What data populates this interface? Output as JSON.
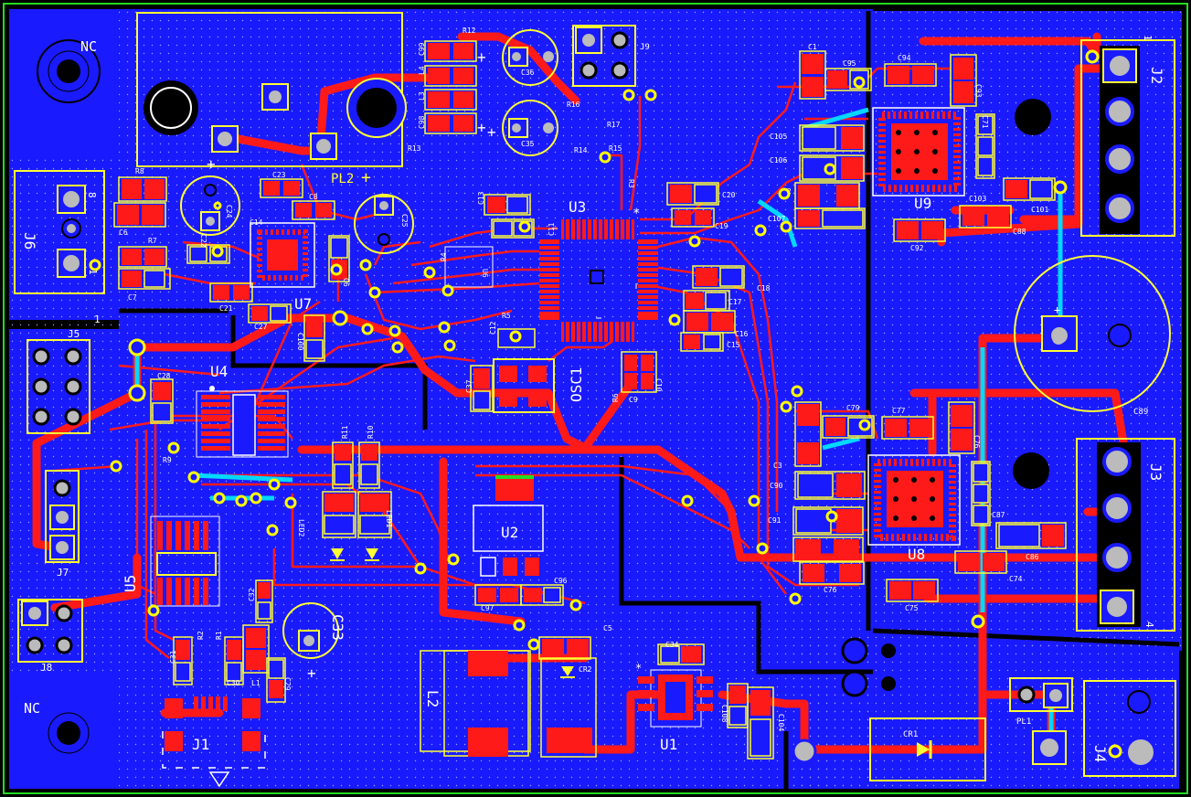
{
  "board": {
    "colors": {
      "background": "#000000",
      "copper_fill": "#1a1aff",
      "trace": "#ff1a1a",
      "trace_secondary": "#00e0ff",
      "silkscreen": "#ffff33",
      "silkscreen_alt": "#ffffff",
      "outline": "#22dd22",
      "pad": "#ff2020",
      "via_ring": "#ffff00",
      "hole": "#bbbbbb",
      "mounting_hole": "#000000"
    },
    "labels": {
      "nc_top": "NC",
      "nc_bottom": "NC",
      "u3": "U3",
      "u4": "U4",
      "u5": "U5",
      "u7": "U7",
      "u8": "U8",
      "u9": "U9",
      "u2": "U2",
      "u1": "U1",
      "u6": "U6",
      "osc1": "OSC1",
      "pl2": "PL2",
      "pl1": "PL1",
      "j1": "J1",
      "j2": "J2",
      "j3": "J3",
      "j4": "J4",
      "j5": "J5",
      "j6": "J6",
      "j7": "J7",
      "j8": "J8",
      "j9": "J9",
      "cr1": "CR1",
      "cr2": "CR2",
      "l1": "L1",
      "l2": "L2",
      "l3": "L3",
      "l4": "L4",
      "led1": "LED1",
      "led2": "LED2",
      "r1": "R1",
      "r2": "R2",
      "r3": "R3",
      "r4": "R4",
      "r5": "R5",
      "r6": "R6",
      "r7": "R7",
      "r8": "R8",
      "r9": "R9",
      "r10": "R10",
      "r11": "R11",
      "r12": "R12",
      "r13": "R13",
      "r14": "R14",
      "r15": "R15",
      "r16": "R16",
      "r17": "R17",
      "c1": "C1",
      "c2": "C2",
      "c3": "C3",
      "c5": "C5",
      "c6": "C6",
      "c7": "C7",
      "c8": "C8",
      "c9": "C9",
      "c10": "C10",
      "c11": "C11",
      "c12": "C12",
      "c13": "C13",
      "c14": "C14",
      "c15": "C15",
      "c16": "C16",
      "c17": "C17",
      "c18": "C18",
      "c19": "C19",
      "c20": "C20",
      "c21": "C21",
      "c22": "C22",
      "c23": "C23",
      "c24": "C24",
      "c25": "C25",
      "c27": "C27",
      "c28": "C28",
      "c29": "C29",
      "c30": "C30",
      "c31": "C31",
      "c32": "C32",
      "c33": "C33",
      "c34": "C34",
      "c35": "C35",
      "c36": "C36",
      "c37": "C37",
      "c71": "C71",
      "c74": "C74",
      "c75": "C75",
      "c76": "C76",
      "c77": "C77",
      "c79": "C79",
      "c86": "C86",
      "c87": "C87",
      "c88": "C88",
      "c89": "C89",
      "c90": "C90",
      "c91": "C91",
      "c92": "C92",
      "c93": "C93",
      "c94": "C94",
      "c95": "C95",
      "c96": "C96",
      "c97": "C97",
      "c98": "C98",
      "c99": "C99",
      "c100": "C100",
      "c101": "C101",
      "c103": "C103",
      "c104": "C104",
      "c105": "C105",
      "c106": "C106",
      "c107": "C107",
      "c108": "C108",
      "pin1": "1",
      "pin1_j2": "1",
      "pin4_j3": "4",
      "pin8_j6": "8",
      "plus_sign": "+",
      "star": "*"
    }
  }
}
